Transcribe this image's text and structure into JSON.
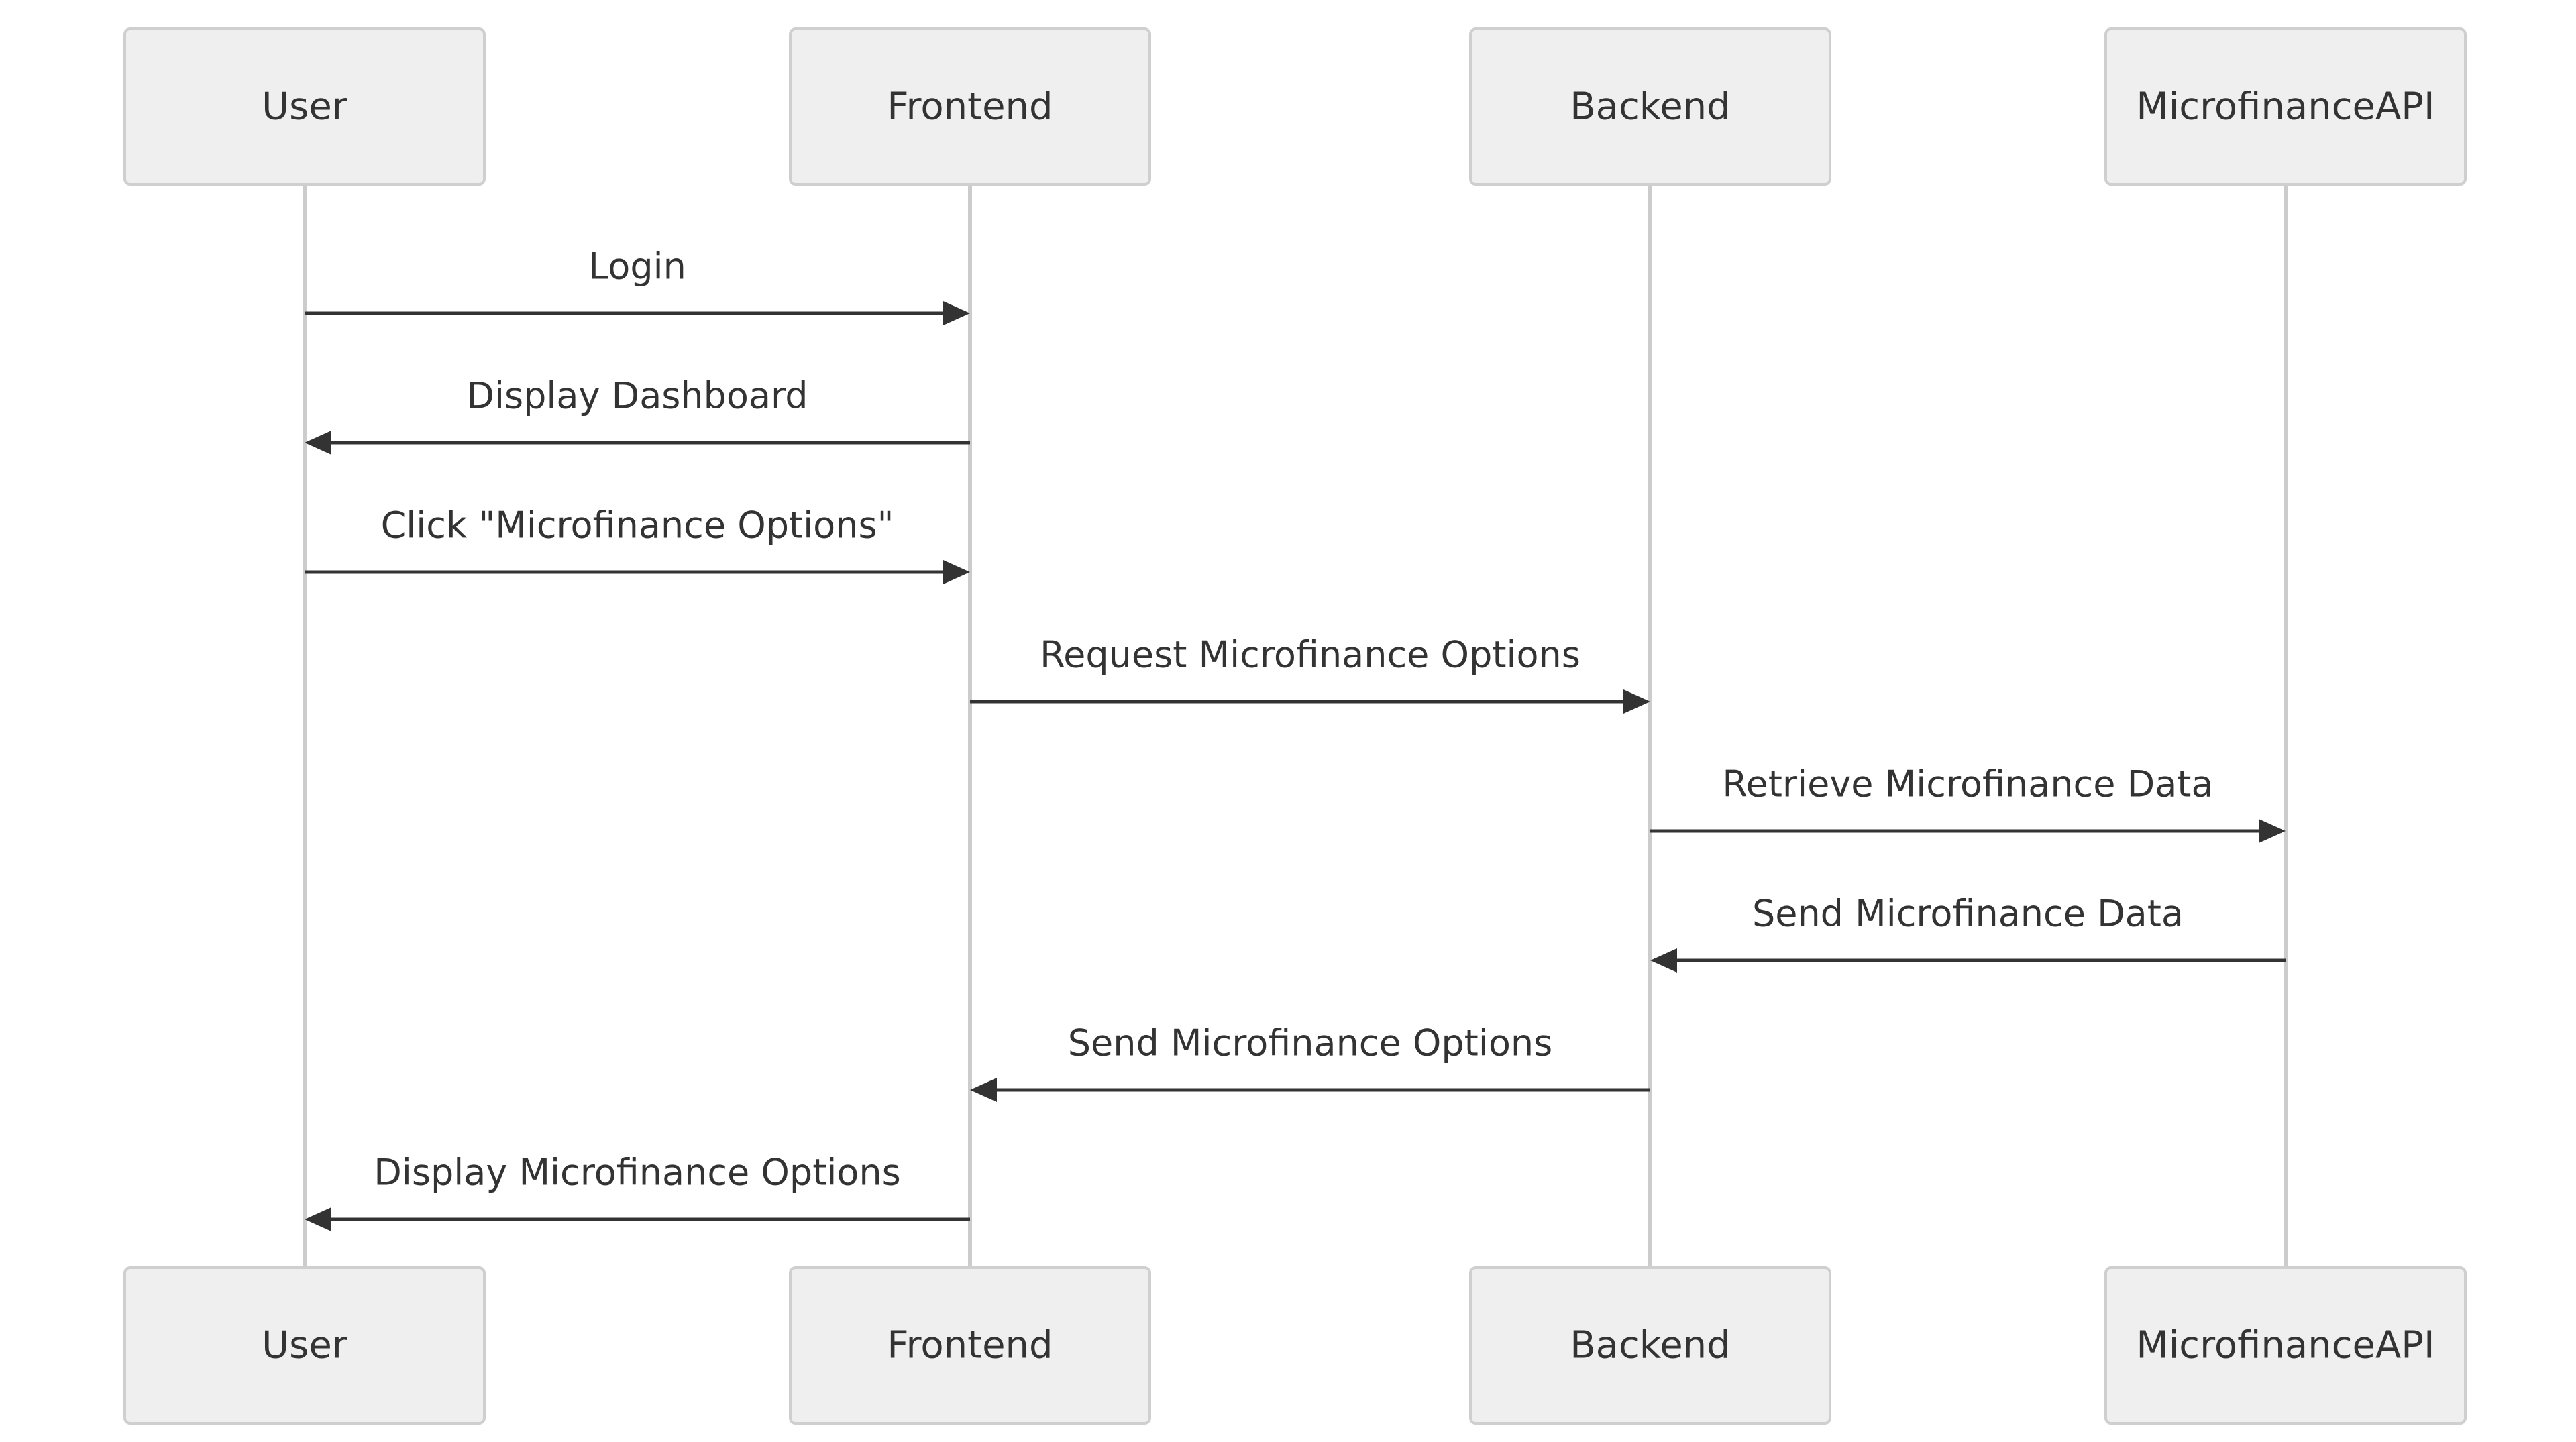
{
  "diagram": {
    "type": "sequence",
    "participants": [
      {
        "id": "user",
        "label": "User"
      },
      {
        "id": "frontend",
        "label": "Frontend"
      },
      {
        "id": "backend",
        "label": "Backend"
      },
      {
        "id": "api",
        "label": "MicrofinanceAPI"
      }
    ],
    "messages": [
      {
        "from": "user",
        "to": "frontend",
        "label": "Login"
      },
      {
        "from": "frontend",
        "to": "user",
        "label": "Display Dashboard"
      },
      {
        "from": "user",
        "to": "frontend",
        "label": "Click \"Microfinance Options\""
      },
      {
        "from": "frontend",
        "to": "backend",
        "label": "Request Microfinance Options"
      },
      {
        "from": "backend",
        "to": "api",
        "label": "Retrieve Microfinance Data"
      },
      {
        "from": "api",
        "to": "backend",
        "label": "Send Microfinance Data"
      },
      {
        "from": "backend",
        "to": "frontend",
        "label": "Send Microfinance Options"
      },
      {
        "from": "frontend",
        "to": "user",
        "label": "Display Microfinance Options"
      }
    ]
  },
  "colors": {
    "actor_fill": "#efefef",
    "actor_stroke": "#cfcfcf",
    "lifeline": "#cccccc",
    "message": "#333333",
    "text": "#333333"
  }
}
